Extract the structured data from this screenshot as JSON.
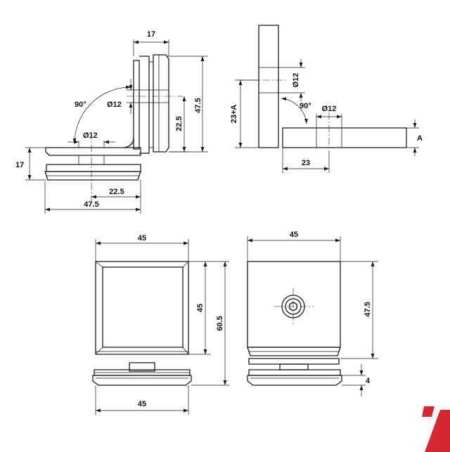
{
  "colors": {
    "ink": "#1a1a1a",
    "logo": "#d6292f"
  },
  "side_view": {
    "top_width": "17",
    "height": "47.5",
    "hole_offset": "22.5",
    "hole_dia_vertical": "Ø12",
    "angle": "90°",
    "hole_dia_horizontal": "Ø12",
    "base_thickness": "17",
    "hole_offset_horizontal": "22.5",
    "width": "47.5"
  },
  "section_view": {
    "hole_dia_top": "Ø12",
    "height_label": "23+A",
    "angle": "90°",
    "hole_dia": "Ø12",
    "thickness_label": "A",
    "offset": "23"
  },
  "front_view": {
    "top_width": "45",
    "inner_height": "45",
    "overall_height": "60.5",
    "bottom_width": "45"
  },
  "rear_view": {
    "top_width": "45",
    "height": "47.5",
    "gap": "4"
  },
  "logo": {
    "icon": "brand-logo-mark"
  }
}
